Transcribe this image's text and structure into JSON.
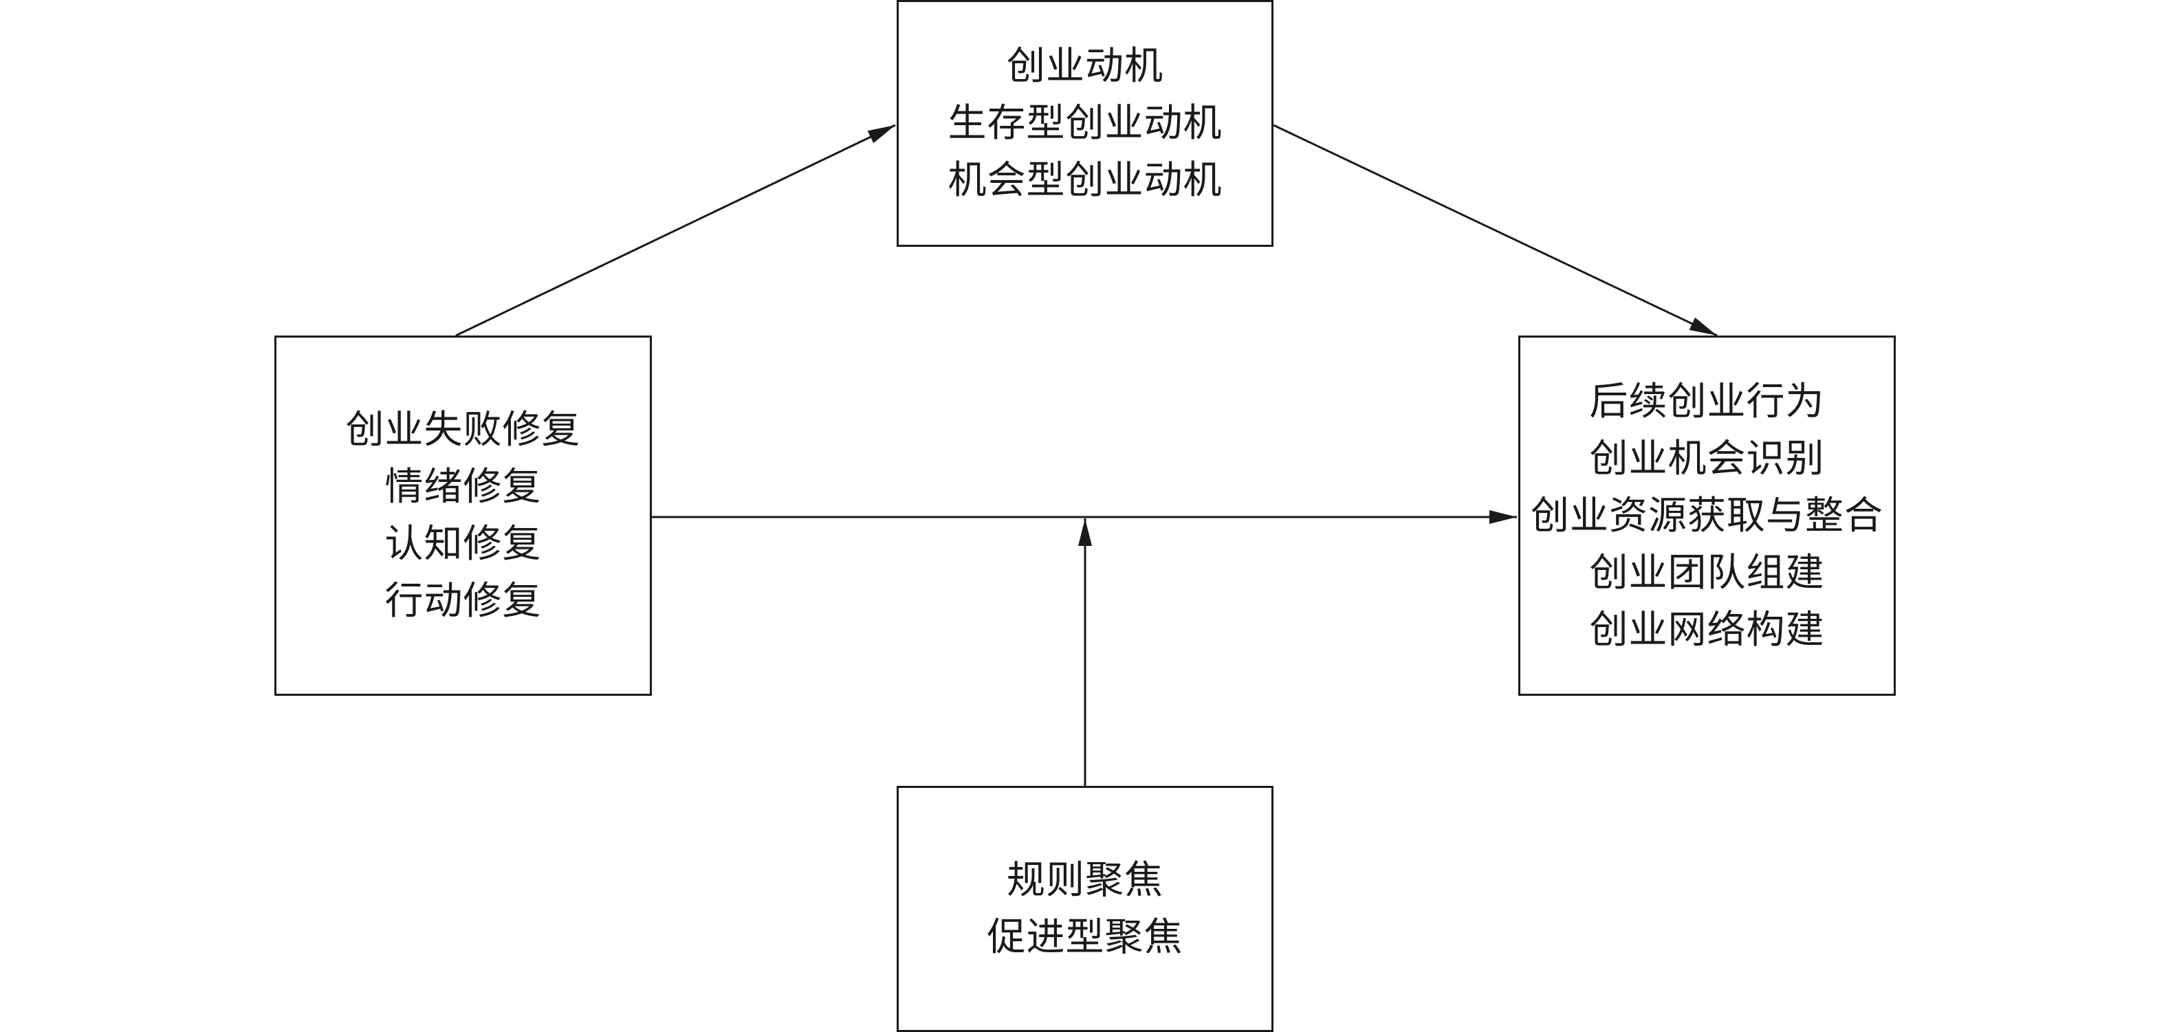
{
  "nodes": {
    "motivation": {
      "lines": [
        "创业动机",
        "生存型创业动机",
        "机会型创业动机"
      ]
    },
    "repair": {
      "lines": [
        "创业失败修复",
        "情绪修复",
        "认知修复",
        "行动修复"
      ]
    },
    "behavior": {
      "lines": [
        "后续创业行为",
        "创业机会识别",
        "创业资源获取与整合",
        "创业团队组建",
        "创业网络构建"
      ]
    },
    "focus": {
      "lines": [
        "规则聚焦",
        "促进型聚焦"
      ]
    }
  },
  "colors": {
    "stroke": "#1a1a1a",
    "background": "#ffffff"
  }
}
